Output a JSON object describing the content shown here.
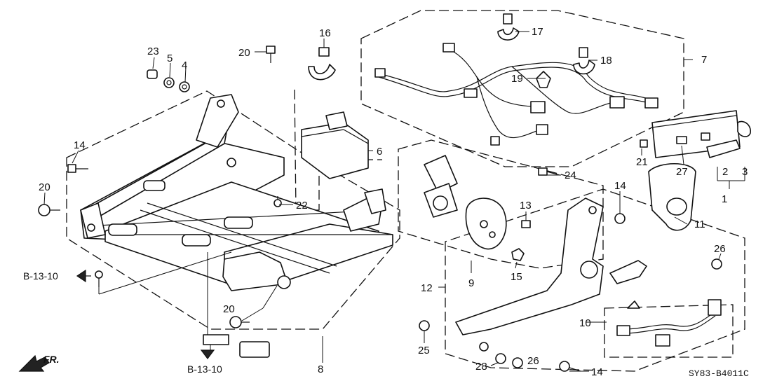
{
  "callouts": {
    "c1": "1",
    "c2": "2",
    "c3": "3",
    "c4": "4",
    "c5": "5",
    "c6": "6",
    "c7": "7",
    "c8": "8",
    "c9": "9",
    "c10": "10",
    "c11": "11",
    "c12": "12",
    "c13": "13",
    "c14": "14",
    "c15": "15",
    "c16": "16",
    "c17": "17",
    "c18": "18",
    "c19": "19",
    "c20": "20",
    "c21": "21",
    "c22": "22",
    "c23": "23",
    "c24": "24",
    "c25": "25",
    "c26": "26",
    "c27": "27",
    "c28": "28"
  },
  "references": {
    "left": "B-13-10",
    "bottom": "B-13-10"
  },
  "direction_label": "FR.",
  "diagram_code": "SY83-B4011C"
}
